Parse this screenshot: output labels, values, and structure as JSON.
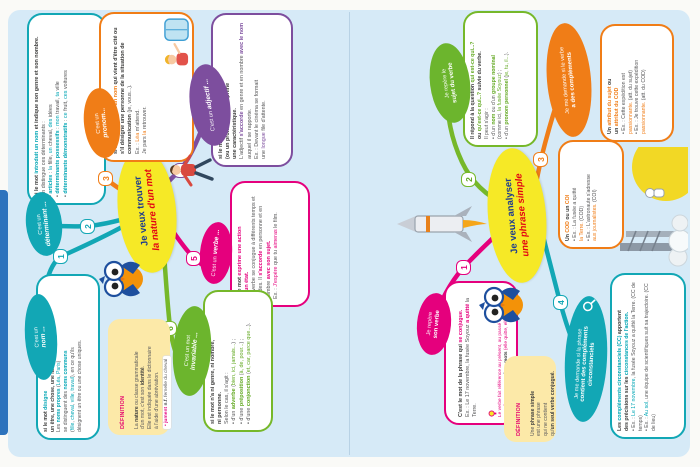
{
  "page1": {
    "center": {
      "l1": "Je veux trouver",
      "l2": "la nature d'un mot"
    },
    "nom": {
      "num": "1",
      "pre": "C'est un",
      "main": "nom ...",
      "body": [
        {
          "t": "si le mot ",
          "b": 1
        },
        {
          "t": "désigne",
          "c": "teal",
          "b": 1
        },
        {
          "t": "\nun être, une chose, une idée.",
          "b": 1
        },
        {
          "t": "\nLes "
        },
        {
          "t": "noms propres",
          "c": "teal",
          "b": 1
        },
        {
          "t": " ("
        },
        {
          "t": "Léa",
          "c": "teal"
        },
        {
          "t": ", "
        },
        {
          "t": "Paris",
          "c": "teal"
        },
        {
          "t": ")\nse distinguent des "
        },
        {
          "t": "noms communs",
          "c": "teal",
          "b": 1
        },
        {
          "t": "\n("
        },
        {
          "t": "fille",
          "c": "teal"
        },
        {
          "t": ", "
        },
        {
          "t": "cheval",
          "c": "teal"
        },
        {
          "t": ", "
        },
        {
          "t": "ville",
          "c": "teal"
        },
        {
          "t": ", "
        },
        {
          "t": "travail",
          "c": "teal"
        },
        {
          "t": "), en ce qu'ils\ndésignent un être ou une chose uniques."
        }
      ]
    },
    "determinant": {
      "num": "2",
      "pre": "C'est un",
      "main": "déterminant ...",
      "body": [
        {
          "t": "si le mot ",
          "b": 1
        },
        {
          "t": "introduit un nom",
          "c": "teal",
          "b": 1
        },
        {
          "t": " et indique son genre et son nombre.",
          "b": 1
        },
        {
          "t": "\nOn distingue ces déterminants :"
        },
        {
          "t": "\n• "
        },
        {
          "t": "articles",
          "c": "teal",
          "b": 1
        },
        {
          "t": " : "
        },
        {
          "t": "la",
          "c": "teal"
        },
        {
          "t": " fille, "
        },
        {
          "t": "un",
          "c": "teal"
        },
        {
          "t": " cheval, "
        },
        {
          "t": "des",
          "c": "teal"
        },
        {
          "t": " idées"
        },
        {
          "t": "\n• "
        },
        {
          "t": "déterminants possessifs",
          "c": "teal",
          "b": 1
        },
        {
          "t": " : "
        },
        {
          "t": "mon",
          "c": "teal"
        },
        {
          "t": " travail, "
        },
        {
          "t": "ta",
          "c": "teal"
        },
        {
          "t": " ville"
        },
        {
          "t": "\n• "
        },
        {
          "t": "déterminants démonstratifs",
          "c": "teal",
          "b": 1
        },
        {
          "t": " : "
        },
        {
          "t": "ce",
          "c": "teal"
        },
        {
          "t": " fruit, "
        },
        {
          "t": "ces",
          "c": "teal"
        },
        {
          "t": " voitures"
        }
      ]
    },
    "pronom": {
      "num": "3",
      "pre": "C'est un",
      "main": "pronom...",
      "body": [
        {
          "t": "si le mot ",
          "b": 1
        },
        {
          "t": "remplace",
          "c": "orange",
          "b": 1
        },
        {
          "t": " "
        },
        {
          "t": "un nom",
          "c": "orange",
          "b": 1
        },
        {
          "t": " qui vient d'être cité ou s'il désigne une personne de la situation de communication",
          "b": 1
        },
        {
          "t": " (je, vous...)."
        },
        {
          "t": "\nEx. : "
        },
        {
          "t": "Léa",
          "c": "orange"
        },
        {
          "t": " m'attend.\nJe pars "
        },
        {
          "t": "la",
          "c": "orange"
        },
        {
          "t": " retrouver."
        }
      ]
    },
    "adjectif": {
      "num": "4",
      "pre": "C'est un",
      "main": "adjectif ...",
      "body": [
        {
          "t": "si le mot ",
          "b": 1
        },
        {
          "t": "se rapporte à un nom",
          "c": "purple",
          "b": 1
        },
        {
          "t": "\n(ou un pronom) et en exprime\nune caractéristique.",
          "b": 1
        },
        {
          "t": "\nL'adjectif "
        },
        {
          "t": "s'accorde",
          "c": "purple",
          "b": 1
        },
        {
          "t": " en genre et en nombre "
        },
        {
          "t": "avec le nom",
          "c": "purple",
          "b": 1
        },
        {
          "t": " auquel il se rapporte."
        },
        {
          "t": "\nEx. : Devant le cinéma se formait\nune "
        },
        {
          "t": "longue",
          "c": "purple"
        },
        {
          "t": " file d'attente."
        }
      ]
    },
    "verbe": {
      "num": "5",
      "pre": "C'est un",
      "main": "verbe ...",
      "body": [
        {
          "t": "si le mot ",
          "b": 1
        },
        {
          "t": "exprime une action\nou un état.",
          "c": "magenta",
          "b": 1
        },
        {
          "t": "\nUn verbe se conjugue à différents temps et modes. Il "
        },
        {
          "t": "s'accorde",
          "c": "magenta",
          "b": 1
        },
        {
          "t": " en personne et en nombre "
        },
        {
          "t": "avec son sujet.",
          "c": "magenta",
          "b": 1
        },
        {
          "t": "\nEx. : "
        },
        {
          "t": "J'espère",
          "c": "magenta"
        },
        {
          "t": " que tu "
        },
        {
          "t": "aimeras",
          "c": "magenta"
        },
        {
          "t": " le film."
        }
      ]
    },
    "invariable": {
      "num": "6",
      "pre": "C'est un mot",
      "main": "invariable ...",
      "body": [
        {
          "t": "si le mot n'a ni genre, ni nombre,\nni personne.",
          "b": 1
        },
        {
          "t": "\nSelon le cas, il s'agit :"
        },
        {
          "t": "\n• d'un "
        },
        {
          "t": "adverbe",
          "c": "green",
          "b": 1
        },
        {
          "t": " ("
        },
        {
          "t": "bien, ici, jamais...",
          "c": "green"
        },
        {
          "t": ") ;"
        },
        {
          "t": "\n• d'une "
        },
        {
          "t": "préposition",
          "c": "green",
          "b": 1
        },
        {
          "t": " ("
        },
        {
          "t": "à, de, pour...",
          "c": "green"
        },
        {
          "t": ") ;"
        },
        {
          "t": "\n• d'une "
        },
        {
          "t": "conjonction",
          "c": "green",
          "b": 1
        },
        {
          "t": " ("
        },
        {
          "t": "et, car, parce que...",
          "c": "green"
        },
        {
          "t": ")."
        }
      ]
    },
    "definition": {
      "title": "DÉFINITION",
      "body": [
        {
          "t": "La "
        },
        {
          "t": "nature",
          "b": 1
        },
        {
          "t": " ou classe grammaticale\nd'un mot, c'est son "
        },
        {
          "t": "identité",
          "b": 1
        },
        {
          "t": ".\nElle est indiquée dans le dictionnaire\nà l'aide d'une abréviation."
        }
      ],
      "chip": [
        {
          "t": "• ",
          "c": "magenta",
          "b": 1
        },
        {
          "t": "jument",
          "c": "magenta",
          "b": 1
        },
        {
          "t": " "
        },
        {
          "t": "n.f.",
          "b": 1
        },
        {
          "t": " femelle du cheval"
        }
      ]
    }
  },
  "page2": {
    "center": {
      "l1": "Je veux analyser",
      "l2": "une phrase simple"
    },
    "verbe": {
      "num": "1",
      "pre": "Je repère",
      "main": "son verbe",
      "body": [
        {
          "t": "C'est le mot de la phrase qui ",
          "b": 1
        },
        {
          "t": "se conjugue.",
          "c": "magenta",
          "b": 1
        },
        {
          "t": "\nEx. : Le 17 novembre, la fusée Soyouz "
        },
        {
          "t": "a quitté",
          "c": "magenta",
          "b": 1
        },
        {
          "t": " la Terre."
        }
      ],
      "tip": [
        {
          "t": "Le verbe fait référence au présent, au passé ou au futur. Il peut être "
        },
        {
          "t": "en un ou deux mots",
          "b": 1
        },
        {
          "t": " (elle quitte, elle a quitté)."
        }
      ]
    },
    "sujet": {
      "num": "2",
      "pre": "Je repère le",
      "main": "sujet du verbe",
      "body": [
        {
          "t": "Il répond à la question ",
          "b": 1
        },
        {
          "t": "qui est-ce qui...?",
          "c": "green",
          "b": 1
        },
        {
          "t": "\nou ",
          "b": 1
        },
        {
          "t": "qu'est-ce qui...?",
          "c": "green",
          "b": 1
        },
        {
          "t": " suivie du verbe.",
          "b": 1
        },
        {
          "t": "\nIl peut s'agir :"
        },
        {
          "t": "\n• d'un "
        },
        {
          "t": "nom",
          "c": "green",
          "b": 1
        },
        {
          "t": " ou d'un "
        },
        {
          "t": "groupe nominal",
          "c": "green",
          "b": 1
        },
        {
          "t": "\n(comme ici, "
        },
        {
          "t": "la fusée Soyouz",
          "c": "green"
        },
        {
          "t": ") ;"
        },
        {
          "t": "\n• d'un "
        },
        {
          "t": "pronom personnel",
          "c": "green",
          "b": 1
        },
        {
          "t": " ("
        },
        {
          "t": "je, tu, il...",
          "c": "green"
        },
        {
          "t": ")."
        }
      ]
    },
    "complements": {
      "num": "3",
      "pre": "Je me demande si le verbe",
      "main": "a des compléments",
      "attribut": [
        {
          "t": "Un ",
          "b": 1
        },
        {
          "t": "attribut du sujet",
          "c": "orange",
          "b": 1
        },
        {
          "t": " ou\nun ",
          "b": 1
        },
        {
          "t": "attribut du COD",
          "c": "orange",
          "b": 1
        },
        {
          "t": "\n• Ex. : Cette expédition est\n"
        },
        {
          "t": "passionnante.",
          "c": "orange"
        },
        {
          "t": " (att. du sujet)"
        },
        {
          "t": "\n• Ex. : Je trouve cette expédition\n"
        },
        {
          "t": "passionnante.",
          "c": "orange"
        },
        {
          "t": " (att. du COD)"
        }
      ],
      "cod": [
        {
          "t": "Un ",
          "b": 1
        },
        {
          "t": "COD",
          "c": "orange",
          "b": 1
        },
        {
          "t": " ou un ",
          "b": 1
        },
        {
          "t": "COI",
          "c": "orange",
          "b": 1
        },
        {
          "t": "\n• Ex. : La fusée a quitté\n"
        },
        {
          "t": "la Terre.",
          "c": "orange"
        },
        {
          "t": " (COD)"
        },
        {
          "t": "\n• Ex. : L'astronaute s'adresse\n"
        },
        {
          "t": "aux journalistes.",
          "c": "orange"
        },
        {
          "t": " (COI)"
        }
      ]
    },
    "cc": {
      "num": "4",
      "pre": "Je me demande si la phrase",
      "main": "contient des compléments circonstanciels",
      "body": [
        {
          "t": "Les ",
          "b": 1
        },
        {
          "t": "compléments circonstanciels (CC)",
          "c": "teal",
          "b": 1
        },
        {
          "t": " apportent\ndes précisions sur les ",
          "b": 1
        },
        {
          "t": "circonstances de l'action.",
          "c": "teal",
          "b": 1
        },
        {
          "t": "\n• Ex. : "
        },
        {
          "t": "Le 17 novembre",
          "c": "teal"
        },
        {
          "t": ", la fusée Soyouz a quitté la Terre. (CC de temps)"
        },
        {
          "t": "\n• Ex. : "
        },
        {
          "t": "Au sol",
          "c": "teal"
        },
        {
          "t": ", une équipe de scientifiques suit sa trajectoire. (CC de lieu)"
        }
      ]
    },
    "definition": {
      "title": "DÉFINITION",
      "body": [
        {
          "t": "Une "
        },
        {
          "t": "phrase simple",
          "b": 1
        },
        {
          "t": "\nest une phrase\nqui ne contient\nqu'"
        },
        {
          "t": "un seul verbe conjugué.",
          "b": 1
        }
      ]
    }
  }
}
